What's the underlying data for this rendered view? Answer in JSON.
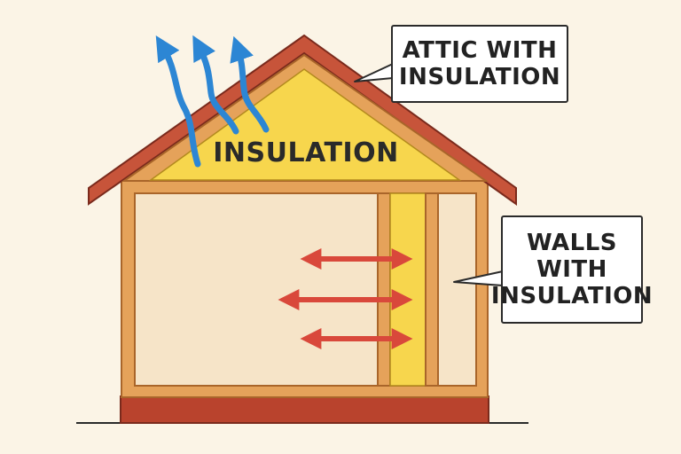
{
  "attic": {
    "label": "INSULATION"
  },
  "callouts": {
    "attic": "ATTIC WITH\nINSULATION",
    "walls": "WALLS\nWITH\nINSULATION"
  },
  "colors": {
    "background": "#fbf4e6",
    "roof": "#c7543a",
    "frame": "#e5a25a",
    "interior": "#f6e4c8",
    "insulation": "#f7d64d",
    "foundation": "#b9432d",
    "heat_loss_arrows": "#2c86d4",
    "heat_transfer_arrows": "#d9483b"
  },
  "icons": {
    "roof_arrows": "heat-rising-arrow",
    "wall_arrows": "double-headed-arrow"
  }
}
